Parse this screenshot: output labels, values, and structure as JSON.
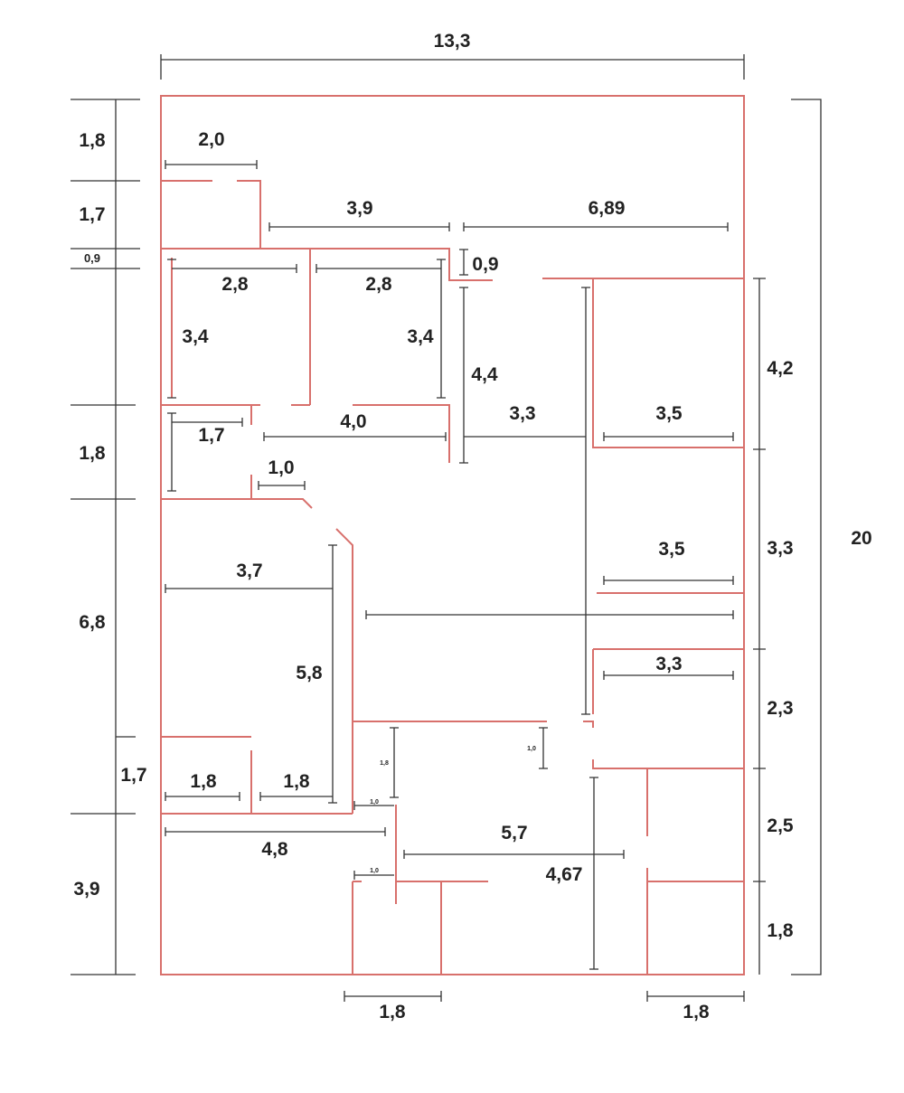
{
  "plan": {
    "overall_width": "13,3",
    "overall_height": "20",
    "left_dims": [
      "1,8",
      "1,7",
      "0,9",
      "1,8",
      "6,8",
      "1,7",
      "3,9"
    ],
    "right_dims": [
      "4,2",
      "3,3",
      "2,3",
      "2,5",
      "1,8"
    ],
    "bottom_dims": [
      "1,8",
      "1,8"
    ],
    "rooms": {
      "entry_width": "2,0",
      "top_corridor": "3,9",
      "top_right": "6,89",
      "step": "0,9",
      "bed1_width": "2,8",
      "bed1_height": "3,4",
      "bed2_width": "2,8",
      "bed2_height": "3,4",
      "hall_height": "4,4",
      "hall_width": "3,3",
      "room_r1_width": "3,5",
      "closet_width": "1,7",
      "hall2_width": "4,0",
      "door_1": "1,0",
      "room_r2_width": "3,5",
      "living_width": "3,7",
      "living_height": "5,8",
      "room_r3_width": "3,3",
      "bath_a": "1,8",
      "bath_b": "1,8",
      "small_1_8": "1,8",
      "small_1_0_a": "1,0",
      "small_1_0_b": "1,0",
      "small_1_0_c": "1,0",
      "bottom_left_width": "4,8",
      "center_width": "5,7",
      "center_height": "4,67"
    }
  }
}
